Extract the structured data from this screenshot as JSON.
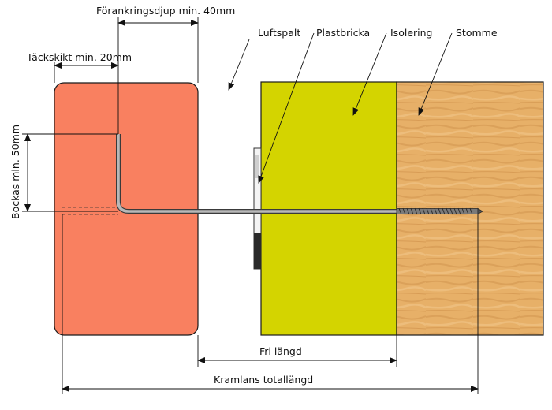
{
  "labels": {
    "anchor_depth": "Förankringsdjup min. 40mm",
    "cover_layer": "Täckskikt min. 20mm",
    "bend": "Bockas min. 50mm",
    "air_gap": "Luftspalt",
    "plastic_washer": "Plastbricka",
    "insulation": "Isolering",
    "frame": "Stomme",
    "free_length": "Fri längd",
    "total_length": "Kramlans totallängd"
  },
  "colors": {
    "brick": "#F98060",
    "insulation": "#D4D400",
    "wood": "#E7B068",
    "wood_grain": "#D79B57",
    "tie": "#9A9A9A",
    "outline": "#1A1A1A"
  }
}
